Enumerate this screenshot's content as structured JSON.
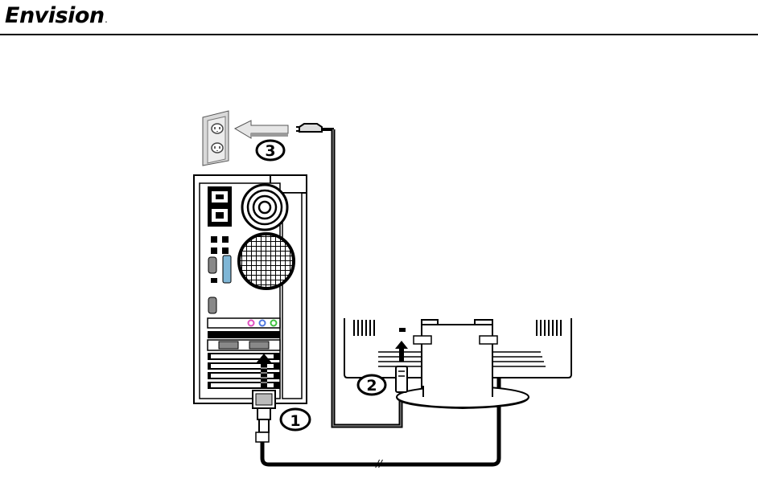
{
  "header": {
    "brand": "Envision",
    "trademark": "."
  },
  "diagram": {
    "steps": [
      "1",
      "2",
      "3"
    ],
    "cable_break_mark": "//",
    "icons": [
      "wall-outlet-icon",
      "power-plug-icon",
      "pc-tower-icon",
      "monitor-back-icon",
      "vga-connector-icon",
      "arrow-icon"
    ]
  }
}
